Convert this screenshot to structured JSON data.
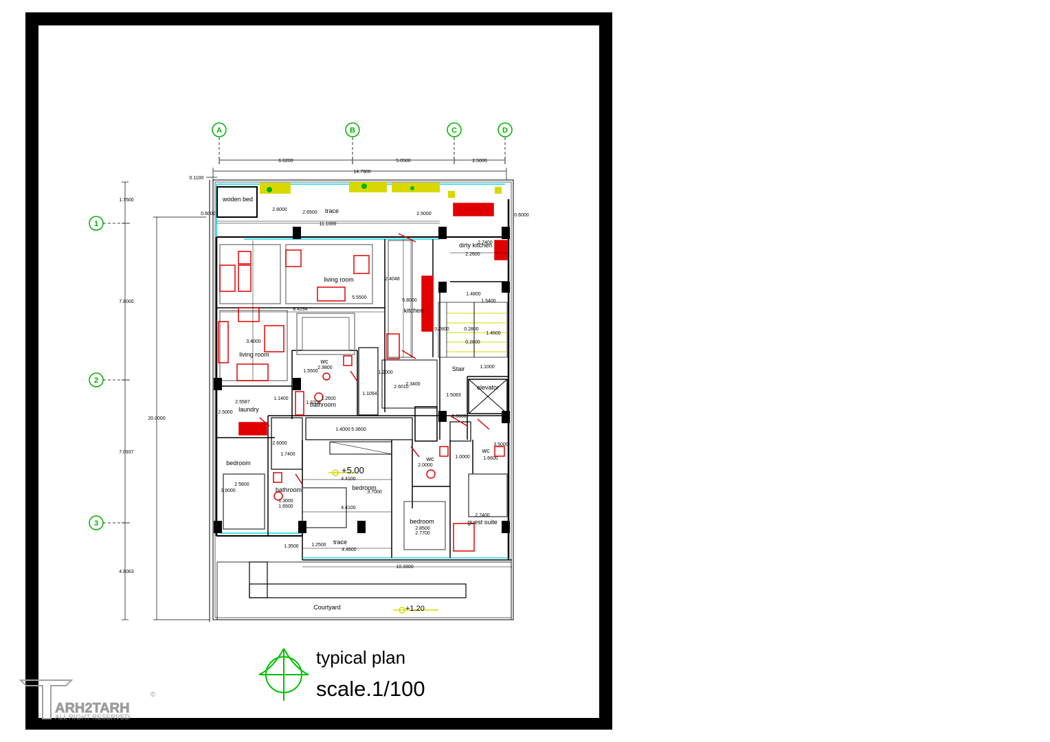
{
  "grid": {
    "columns": [
      "A",
      "B",
      "C",
      "D"
    ],
    "rows": [
      "1",
      "2",
      "3"
    ]
  },
  "dims_top": {
    "ab": "6.6200",
    "bc": "5.0500",
    "cd": "2.5000",
    "total": "14.7900",
    "offset": "0.1100"
  },
  "dims_left": {
    "d1": "1.7500",
    "d2": "7.8000",
    "d3": "7.0937",
    "d4": "4.8063",
    "total": "20.0000"
  },
  "dims_inner": {
    "a": "0.6000",
    "b": "2.8000",
    "c": "2.6500",
    "d": "2.5000",
    "e": "11.1000",
    "f": "0.6000",
    "g": "2.7400",
    "h": "2.2600",
    "i": "2.4048",
    "j": "5.8000",
    "k": "5.5500",
    "l": "8.4294",
    "m": "3.4000",
    "n": "1.4800",
    "o": "1.5400",
    "p": "0.2800",
    "q": "0.2800",
    "r": "1.4600",
    "s": "0.2800",
    "t": "1.1000",
    "u": "2.9800",
    "v": "1.5500",
    "w": "1.2000",
    "x": "2.3400",
    "y": "2.6010",
    "z": "1.5083",
    "aa": "1.1094",
    "ab": "1.1400",
    "ac": "2.5587",
    "ad": "2.5000",
    "ae": "1.3200",
    "af": "1.2600",
    "ag": "1.4000",
    "ah": "5.3600",
    "ai": "0.0600",
    "aj": "2.6000",
    "ak": "1.7400",
    "al": "2.0000",
    "am": "1.0000",
    "an": "1.6600",
    "ao": "4.4100",
    "ap": "3.7000",
    "aq": "4.4100",
    "ar": "2.5600",
    "as": "3.9000",
    "at": "1.3000",
    "au": "1.6500",
    "av": "2.8500",
    "aw": "2.7700",
    "ax": "2.7400",
    "ay": "1.3500",
    "az": "1.2500",
    "ba": "4.4600",
    "bb": "10.3300",
    "bc": "3.5000"
  },
  "rooms": {
    "woden_bed": "woden bed",
    "trace_top": "trace",
    "dirty_kitchen": "dirty kitchen",
    "living_room_1": "living room",
    "living_room_2": "living room",
    "kitchen": "kitchen",
    "wc_1": "wc",
    "bathroom_1": "bathroom",
    "stair": "Stair",
    "elevator": "elevator",
    "laundry": "laundry",
    "bedroom_1": "bedroom",
    "bathroom_2": "bathroom",
    "bedroom_2": "bedroom",
    "wc_2": "wc",
    "wc_3": "wc",
    "bedroom_3": "bedroom",
    "guest_suite": "guest suite",
    "trace_bottom": "trace",
    "courtyard": "Courtyard"
  },
  "levels": {
    "upper": "+5.00",
    "courtyard": "+1.20"
  },
  "title_block": {
    "title": "typical plan",
    "scale": "scale.1/100"
  },
  "logo": {
    "brand": "ARH2TARH",
    "tagline": "ALL RIGHT RESERVED",
    "mark": "©"
  },
  "colors": {
    "frame": "#000000",
    "wall": "#000000",
    "glass": "#00d8e8",
    "furniture": "#e00000",
    "grid_bubble": "#00b000",
    "plants": "#d8d800",
    "door": "#e08000"
  }
}
